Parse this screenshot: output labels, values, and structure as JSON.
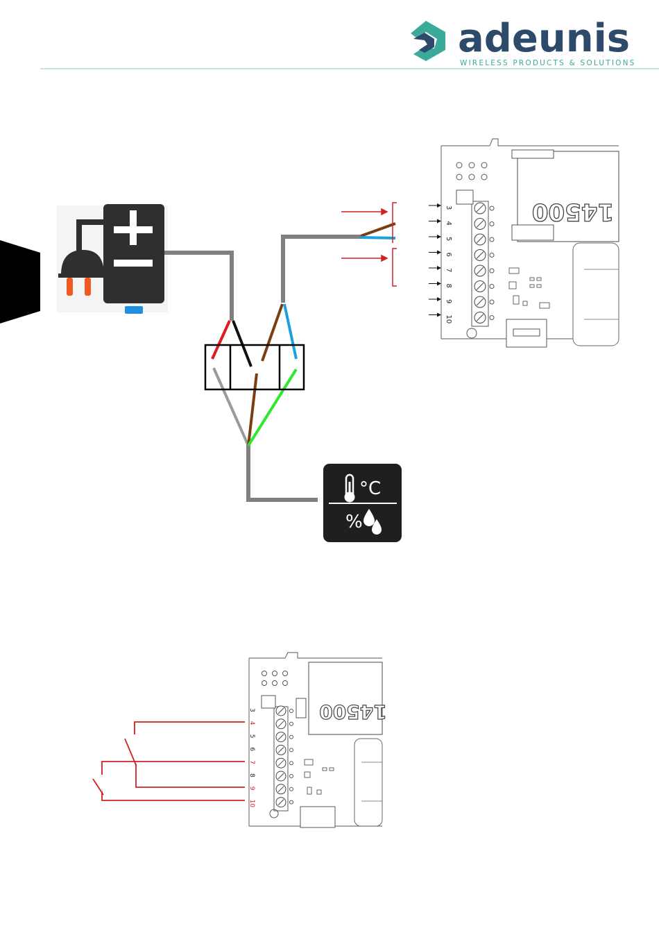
{
  "header": {
    "brand": "adeunis",
    "tagline": "WIRELESS PRODUCTS & SOLUTIONS",
    "brand_color": "#2d4a6b",
    "accent_color": "#3aaa9a"
  },
  "board_top": {
    "pins": [
      "3",
      "4",
      "5",
      "6",
      "7",
      "8",
      "9",
      "10"
    ],
    "battery_label": "14500"
  },
  "board_bottom": {
    "pins": [
      "3",
      "4",
      "5",
      "6",
      "7",
      "8",
      "9",
      "10"
    ],
    "battery_label": "14500"
  },
  "sensor": {
    "unit": "°C",
    "humidity_symbol": "%"
  },
  "colors": {
    "cable": "#808080",
    "red_wire": "#e01b1b",
    "black_wire": "#111111",
    "brown_wire": "#7a3e12",
    "blue_wire": "#1ca0e0",
    "green_wire": "#2ee82e",
    "grey_wire": "#9a9a9a",
    "alert_red": "#d42020",
    "psu_body": "#2f2f2f",
    "plug_pins": "#f05a22",
    "psu_led": "#1e90e0"
  }
}
